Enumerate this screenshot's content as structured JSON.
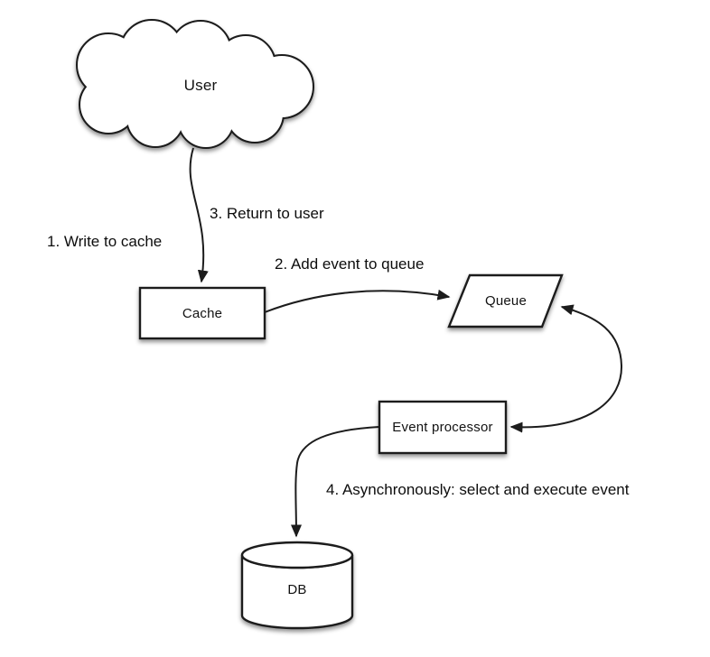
{
  "diagram": {
    "type": "flow-diagram",
    "description": "Write-behind caching flow: user writes to cache, event queued, processed asynchronously to DB",
    "nodes": {
      "user": {
        "label": "User",
        "shape": "cloud"
      },
      "cache": {
        "label": "Cache",
        "shape": "rectangle"
      },
      "queue": {
        "label": "Queue",
        "shape": "parallelogram"
      },
      "event_processor": {
        "label": "Event processor",
        "shape": "rectangle"
      },
      "db": {
        "label": "DB",
        "shape": "cylinder"
      }
    },
    "steps": {
      "step1": "1. Write to cache",
      "step2": "2. Add event to queue",
      "step3": "3. Return to user",
      "step4": "4. Asynchronously: select and execute event"
    },
    "edges": [
      {
        "from": "user",
        "to": "cache",
        "arrow": "end",
        "label": "1 / 3"
      },
      {
        "from": "cache",
        "to": "queue",
        "arrow": "end",
        "label": "2"
      },
      {
        "from": "queue",
        "to": "event_processor",
        "arrow": "both",
        "label": ""
      },
      {
        "from": "event_processor",
        "to": "db",
        "arrow": "end",
        "label": "4"
      }
    ],
    "colors": {
      "background": "#ffffff",
      "node_fill": "#ffffff",
      "stroke": "#1c1c1c",
      "text": "#111111"
    }
  }
}
